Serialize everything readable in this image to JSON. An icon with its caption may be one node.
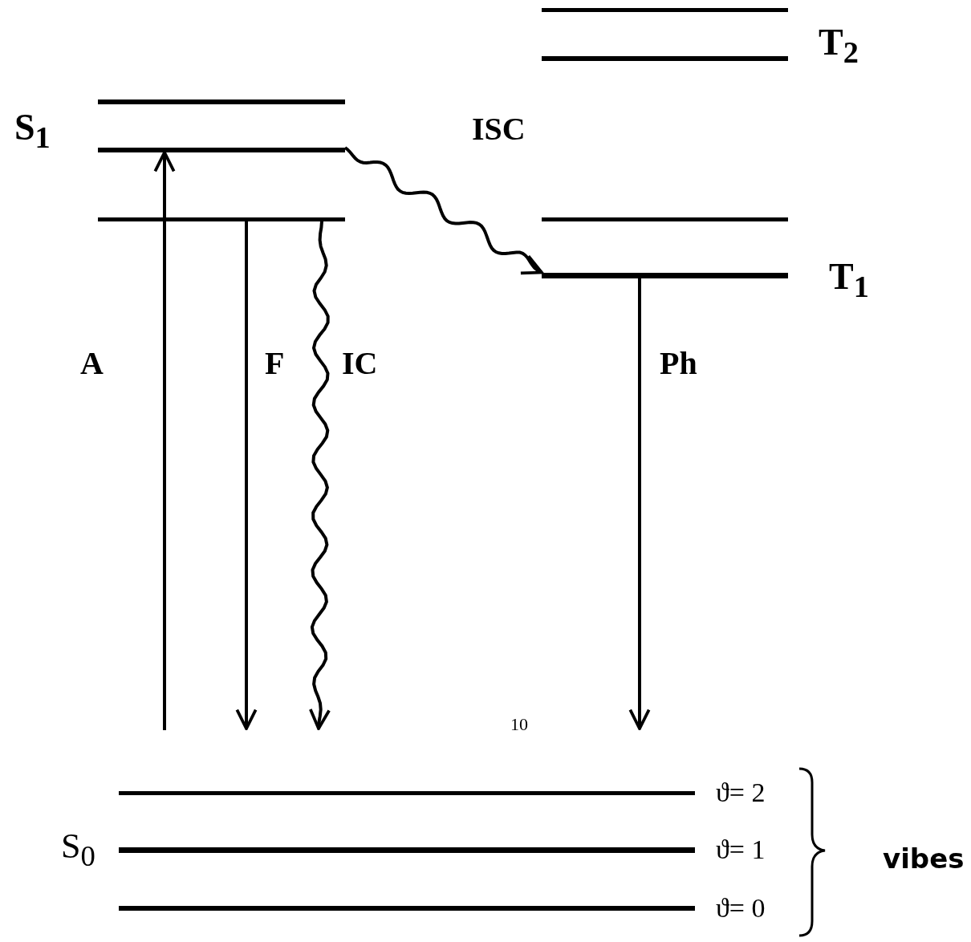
{
  "diagram": {
    "nodes": [
      {
        "text": [],
        "shape": "bar"
      },
      {
        "text": [],
        "shape": "bar"
      },
      {
        "text": [],
        "shape": "bar"
      },
      {
        "text": [],
        "shape": "bar"
      },
      {
        "text": [],
        "shape": "bar"
      },
      {
        "text": [],
        "shape": "bar"
      },
      {
        "text": [],
        "shape": "bar"
      },
      {
        "text": [],
        "shape": "bar",
        "beside": [
          "ϑ= 2"
        ]
      },
      {
        "text": [],
        "shape": "bar",
        "beside": [
          "ϑ= 1"
        ]
      },
      {
        "text": [],
        "shape": "bar",
        "beside": [
          "ϑ= 0"
        ]
      }
    ],
    "edges": [
      {
        "from": null,
        "to": 1,
        "arrow": "to",
        "label": "A"
      },
      {
        "from": 2,
        "to": null,
        "arrow": "to",
        "label": "F"
      },
      {
        "from": 2,
        "to": null,
        "arrow": "to",
        "label": "IC"
      },
      {
        "from": 1,
        "to": 6,
        "arrow": "to",
        "label": "ISC"
      },
      {
        "from": 6,
        "to": null,
        "arrow": "to",
        "label": "Ph"
      }
    ],
    "labels": [
      "T$_{2}$",
      "S$_{1}$",
      "T$_{1}$",
      "10",
      "S$_{0}$",
      "vibes"
    ]
  }
}
